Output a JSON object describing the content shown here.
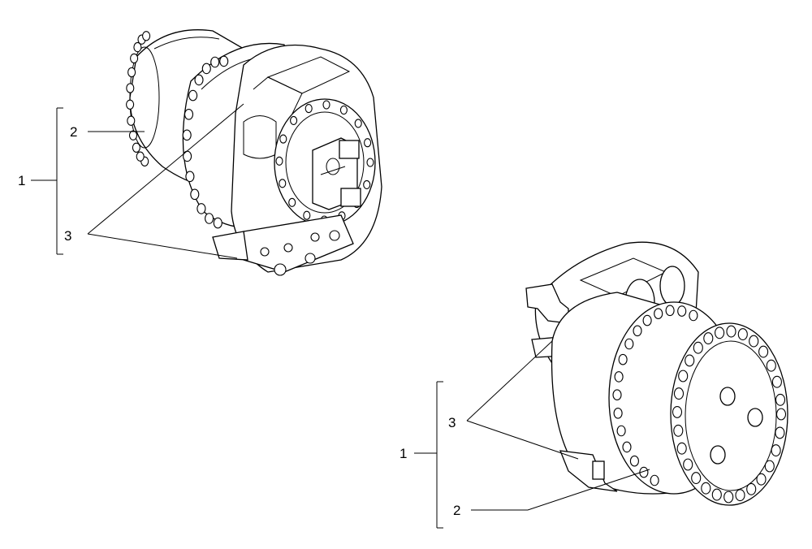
{
  "assemblies": [
    {
      "id": "upper-left",
      "callouts": {
        "assembly": "1",
        "housing": "2",
        "fitting": "3"
      }
    },
    {
      "id": "lower-right",
      "callouts": {
        "assembly": "1",
        "housing": "2",
        "fitting": "3"
      }
    }
  ]
}
